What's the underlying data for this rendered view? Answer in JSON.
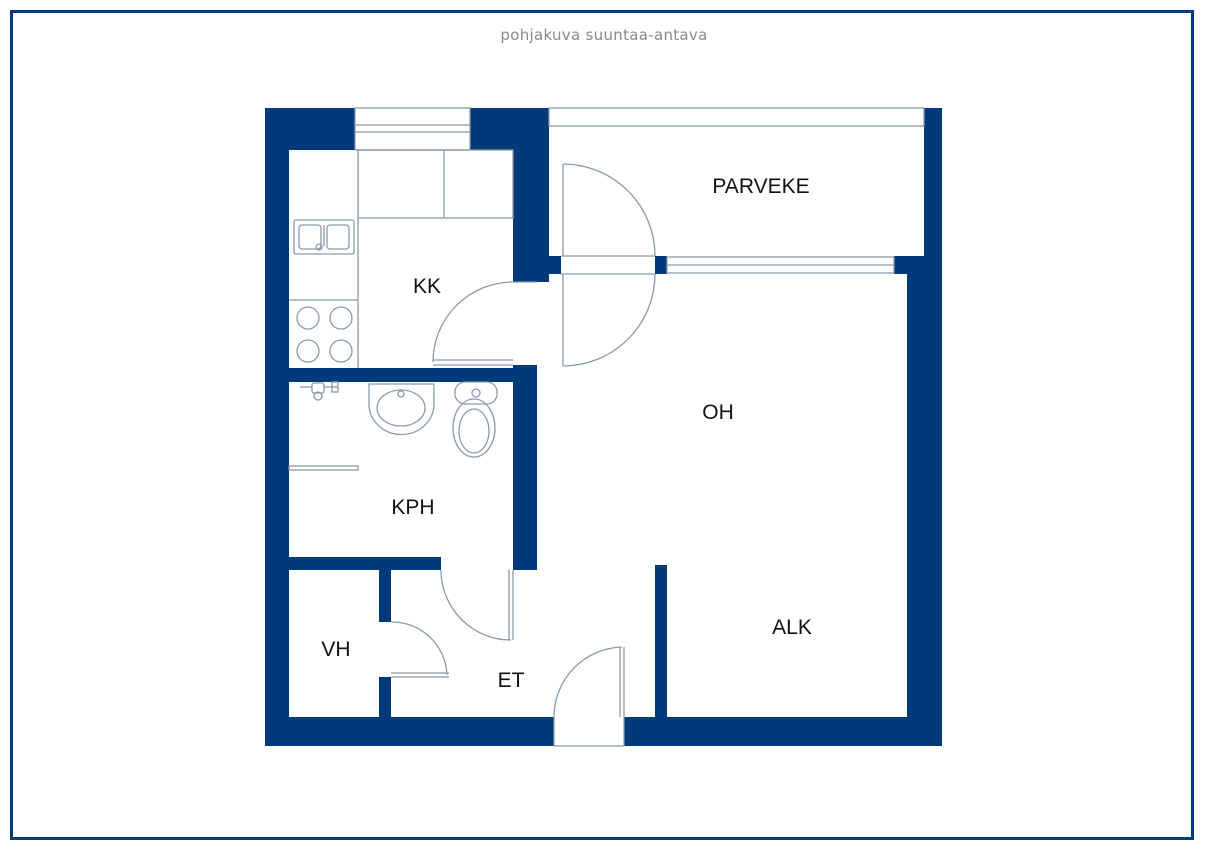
{
  "caption": "pohjakuva suuntaa-antava",
  "colors": {
    "wall": "#003a78",
    "frame": "#003a78",
    "fixture": "#8a9aac",
    "caption": "#8a8a8a"
  },
  "rooms": {
    "parveke": "PARVEKE",
    "kk": "KK",
    "oh": "OH",
    "kph": "KPH",
    "vh": "VH",
    "et": "ET",
    "alk": "ALK"
  }
}
